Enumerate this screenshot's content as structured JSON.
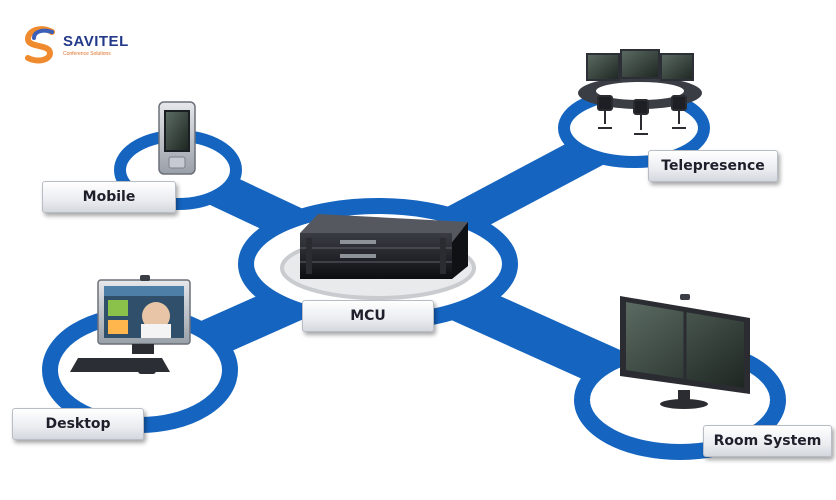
{
  "brand": {
    "name": "SAVITEL",
    "tagline": "Conference Solutions",
    "colors": {
      "orange": "#f08a2e",
      "blue": "#3b5fb8",
      "navy": "#233a8a"
    }
  },
  "diagram": {
    "colors": {
      "ring": "#1565c0",
      "ring_dark": "#0d4a94",
      "hub_fill": "#ffffff",
      "label_text": "#1f1f2b"
    },
    "hub": {
      "label": "MCU",
      "icon": "mcu-rack-icon"
    },
    "endpoints": [
      {
        "id": "mobile",
        "label": "Mobile",
        "icon": "smartphone-icon"
      },
      {
        "id": "telepresence",
        "label": "Telepresence",
        "icon": "telepresence-room-icon"
      },
      {
        "id": "desktop",
        "label": "Desktop",
        "icon": "desktop-computer-icon"
      },
      {
        "id": "room-system",
        "label": "Room System",
        "icon": "dual-display-icon"
      }
    ]
  }
}
